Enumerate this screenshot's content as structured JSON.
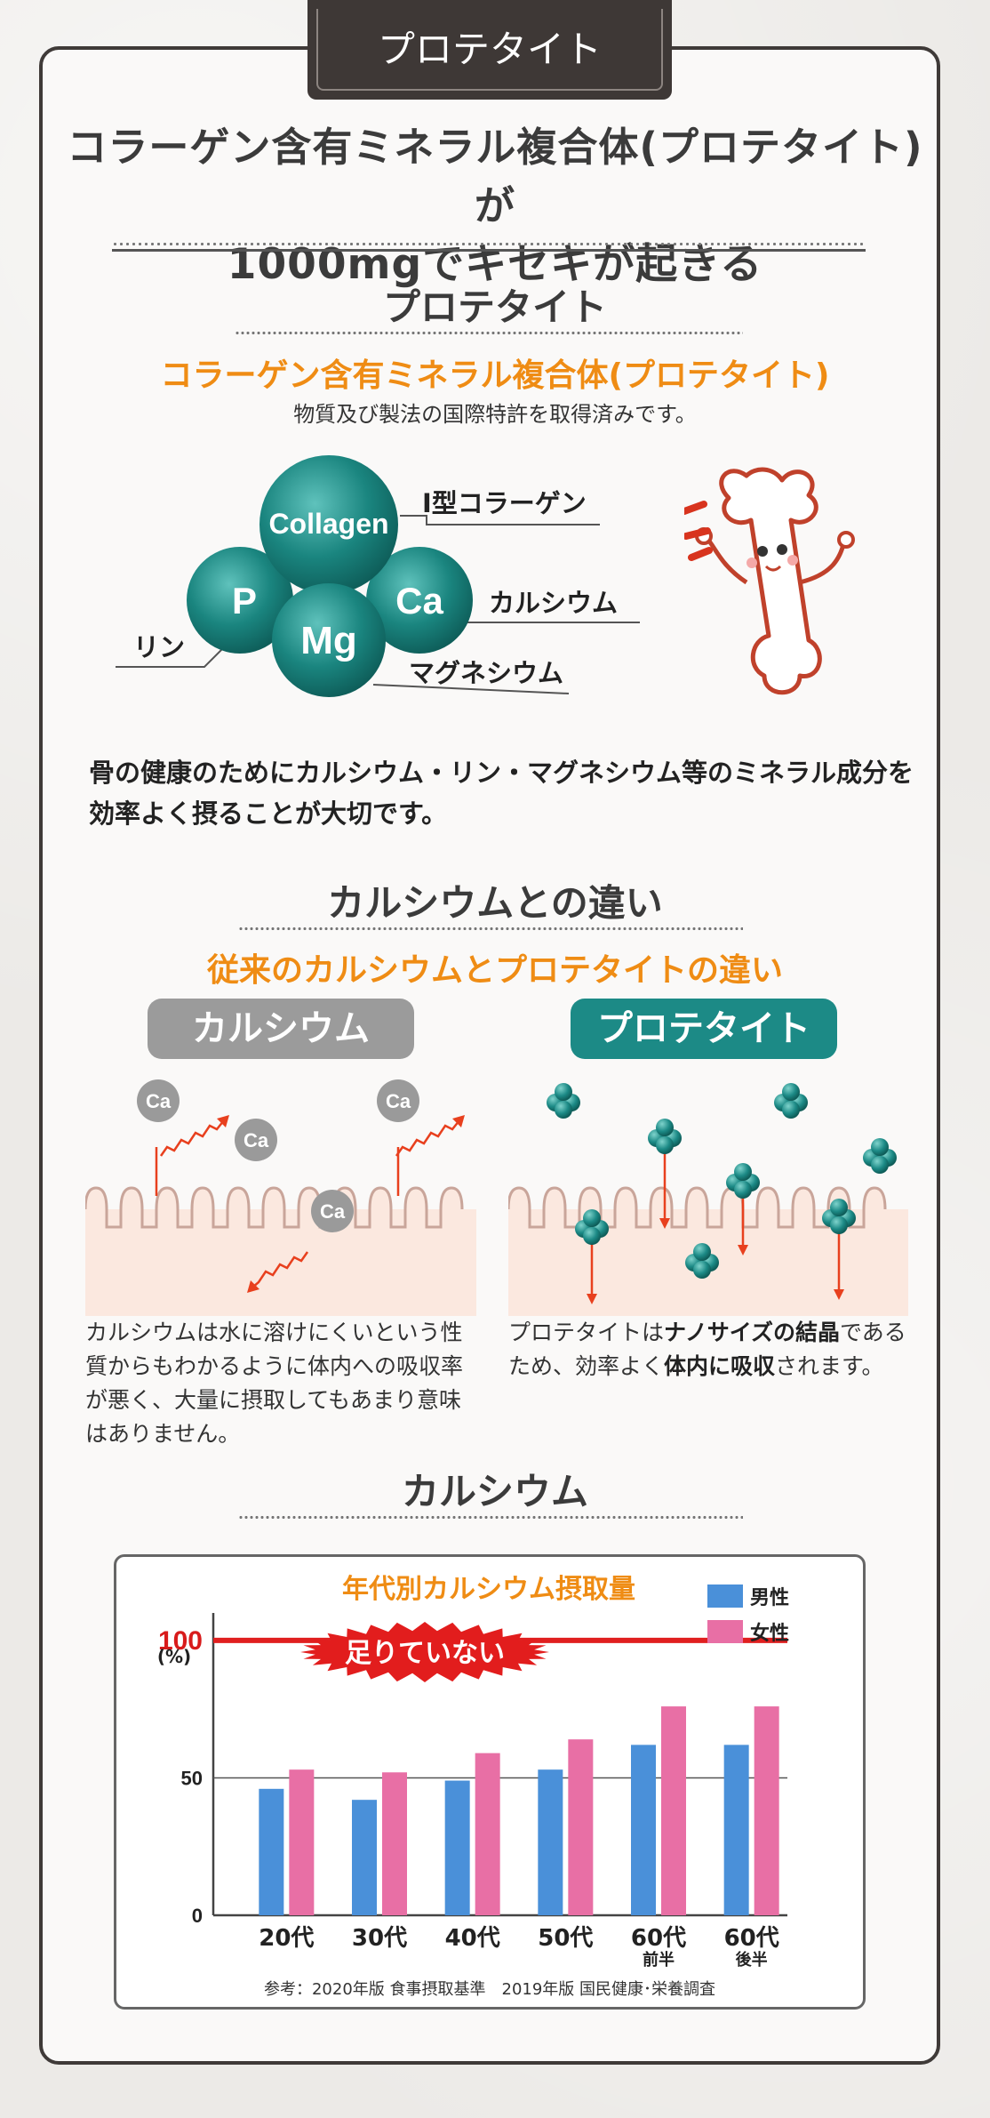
{
  "tab_label": "プロテタイト",
  "main_title_1": "コラーゲン含有ミネラル複合体(プロテタイト)が",
  "main_title_2": "1000mgでキセキが起きる",
  "section1": {
    "heading": "プロテタイト",
    "subheading": "コラーゲン含有ミネラル複合体(プロテタイト)",
    "note": "物質及び製法の国際特許を取得済みです。",
    "molecule": {
      "collagen": "Collagen",
      "p": "P",
      "ca": "Ca",
      "mg": "Mg",
      "label_collagen": "Ⅰ型コラーゲン",
      "label_ca": "カルシウム",
      "label_mg": "マグネシウム",
      "label_p": "リン"
    },
    "body_1": "骨の健康のためにカルシウム・リン・マグネシウム等のミネラル成分を",
    "body_2": "効率よく摂ることが大切です。"
  },
  "section2": {
    "heading": "カルシウムとの違い",
    "subheading": "従来のカルシウムとプロテタイトの違い",
    "left_pill": "カルシウム",
    "right_pill": "プロテタイト",
    "ca_particle": "Ca",
    "left_text": "カルシウムは水に溶けにくいという性質からもわかるように体内への吸収率が悪く、大量に摂取してもあまり意味はありません。",
    "right_text_1": "プロテタイトは",
    "right_text_b1": "ナノサイズの結晶",
    "right_text_2": "であるため、効率よく",
    "right_text_b2": "体内に吸収",
    "right_text_3": "されます。",
    "colors": {
      "calcium_pill": "#9a9a9a",
      "protetite_pill": "#1c8a86",
      "arrow": "#e8401e"
    }
  },
  "section3": {
    "heading": "カルシウム"
  },
  "chart_data": {
    "type": "bar",
    "title": "年代別カルシウム摂取量",
    "badge": "足りていない",
    "y_unit": "(%)",
    "yticks": [
      "0",
      "50",
      "100"
    ],
    "ylim": [
      0,
      110
    ],
    "reference_line": 100,
    "categories": [
      "20代",
      "30代",
      "40代",
      "50代",
      "60代",
      "60代"
    ],
    "category_sub": [
      "",
      "",
      "",
      "",
      "前半",
      "後半"
    ],
    "series": [
      {
        "name": "男性",
        "color": "#4a90d9",
        "values": [
          46,
          42,
          49,
          53,
          62,
          62
        ]
      },
      {
        "name": "女性",
        "color": "#e86fa5",
        "values": [
          53,
          52,
          59,
          64,
          76,
          76
        ]
      }
    ],
    "source": "参考：2020年版 食事摂取基準　2019年版 国民健康･栄養調査"
  }
}
